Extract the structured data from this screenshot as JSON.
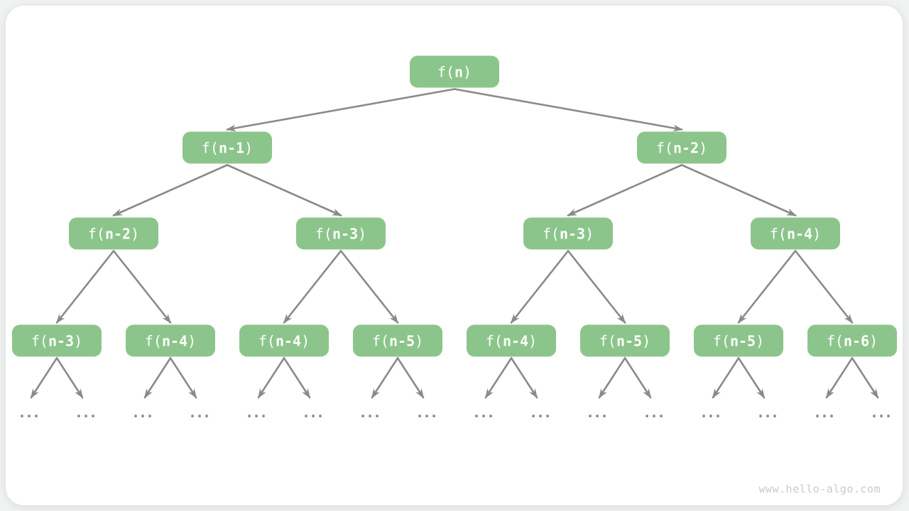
{
  "page": {
    "background": "#F1F2F2"
  },
  "card": {
    "background": "#FFFFFF"
  },
  "watermark": {
    "text": "www.hello-algo.com",
    "color": "#CBCBCB"
  },
  "diagram": {
    "type": "recursion-tree",
    "node_fill": "#8CC58B",
    "node_text_color": "#FFFFFF",
    "edge_color": "#8A8A8A",
    "ellipsis_label": "...",
    "ellipsis_count": 16,
    "levels": [
      {
        "nodes": [
          {
            "prefix": "f(",
            "arg": "n",
            "suffix": ")"
          }
        ]
      },
      {
        "nodes": [
          {
            "prefix": "f(",
            "arg": "n-1",
            "suffix": ")"
          },
          {
            "prefix": "f(",
            "arg": "n-2",
            "suffix": ")"
          }
        ]
      },
      {
        "nodes": [
          {
            "prefix": "f(",
            "arg": "n-2",
            "suffix": ")"
          },
          {
            "prefix": "f(",
            "arg": "n-3",
            "suffix": ")"
          },
          {
            "prefix": "f(",
            "arg": "n-3",
            "suffix": ")"
          },
          {
            "prefix": "f(",
            "arg": "n-4",
            "suffix": ")"
          }
        ]
      },
      {
        "nodes": [
          {
            "prefix": "f(",
            "arg": "n-3",
            "suffix": ")"
          },
          {
            "prefix": "f(",
            "arg": "n-4",
            "suffix": ")"
          },
          {
            "prefix": "f(",
            "arg": "n-4",
            "suffix": ")"
          },
          {
            "prefix": "f(",
            "arg": "n-5",
            "suffix": ")"
          },
          {
            "prefix": "f(",
            "arg": "n-4",
            "suffix": ")"
          },
          {
            "prefix": "f(",
            "arg": "n-5",
            "suffix": ")"
          },
          {
            "prefix": "f(",
            "arg": "n-5",
            "suffix": ")"
          },
          {
            "prefix": "f(",
            "arg": "n-6",
            "suffix": ")"
          }
        ]
      }
    ]
  }
}
